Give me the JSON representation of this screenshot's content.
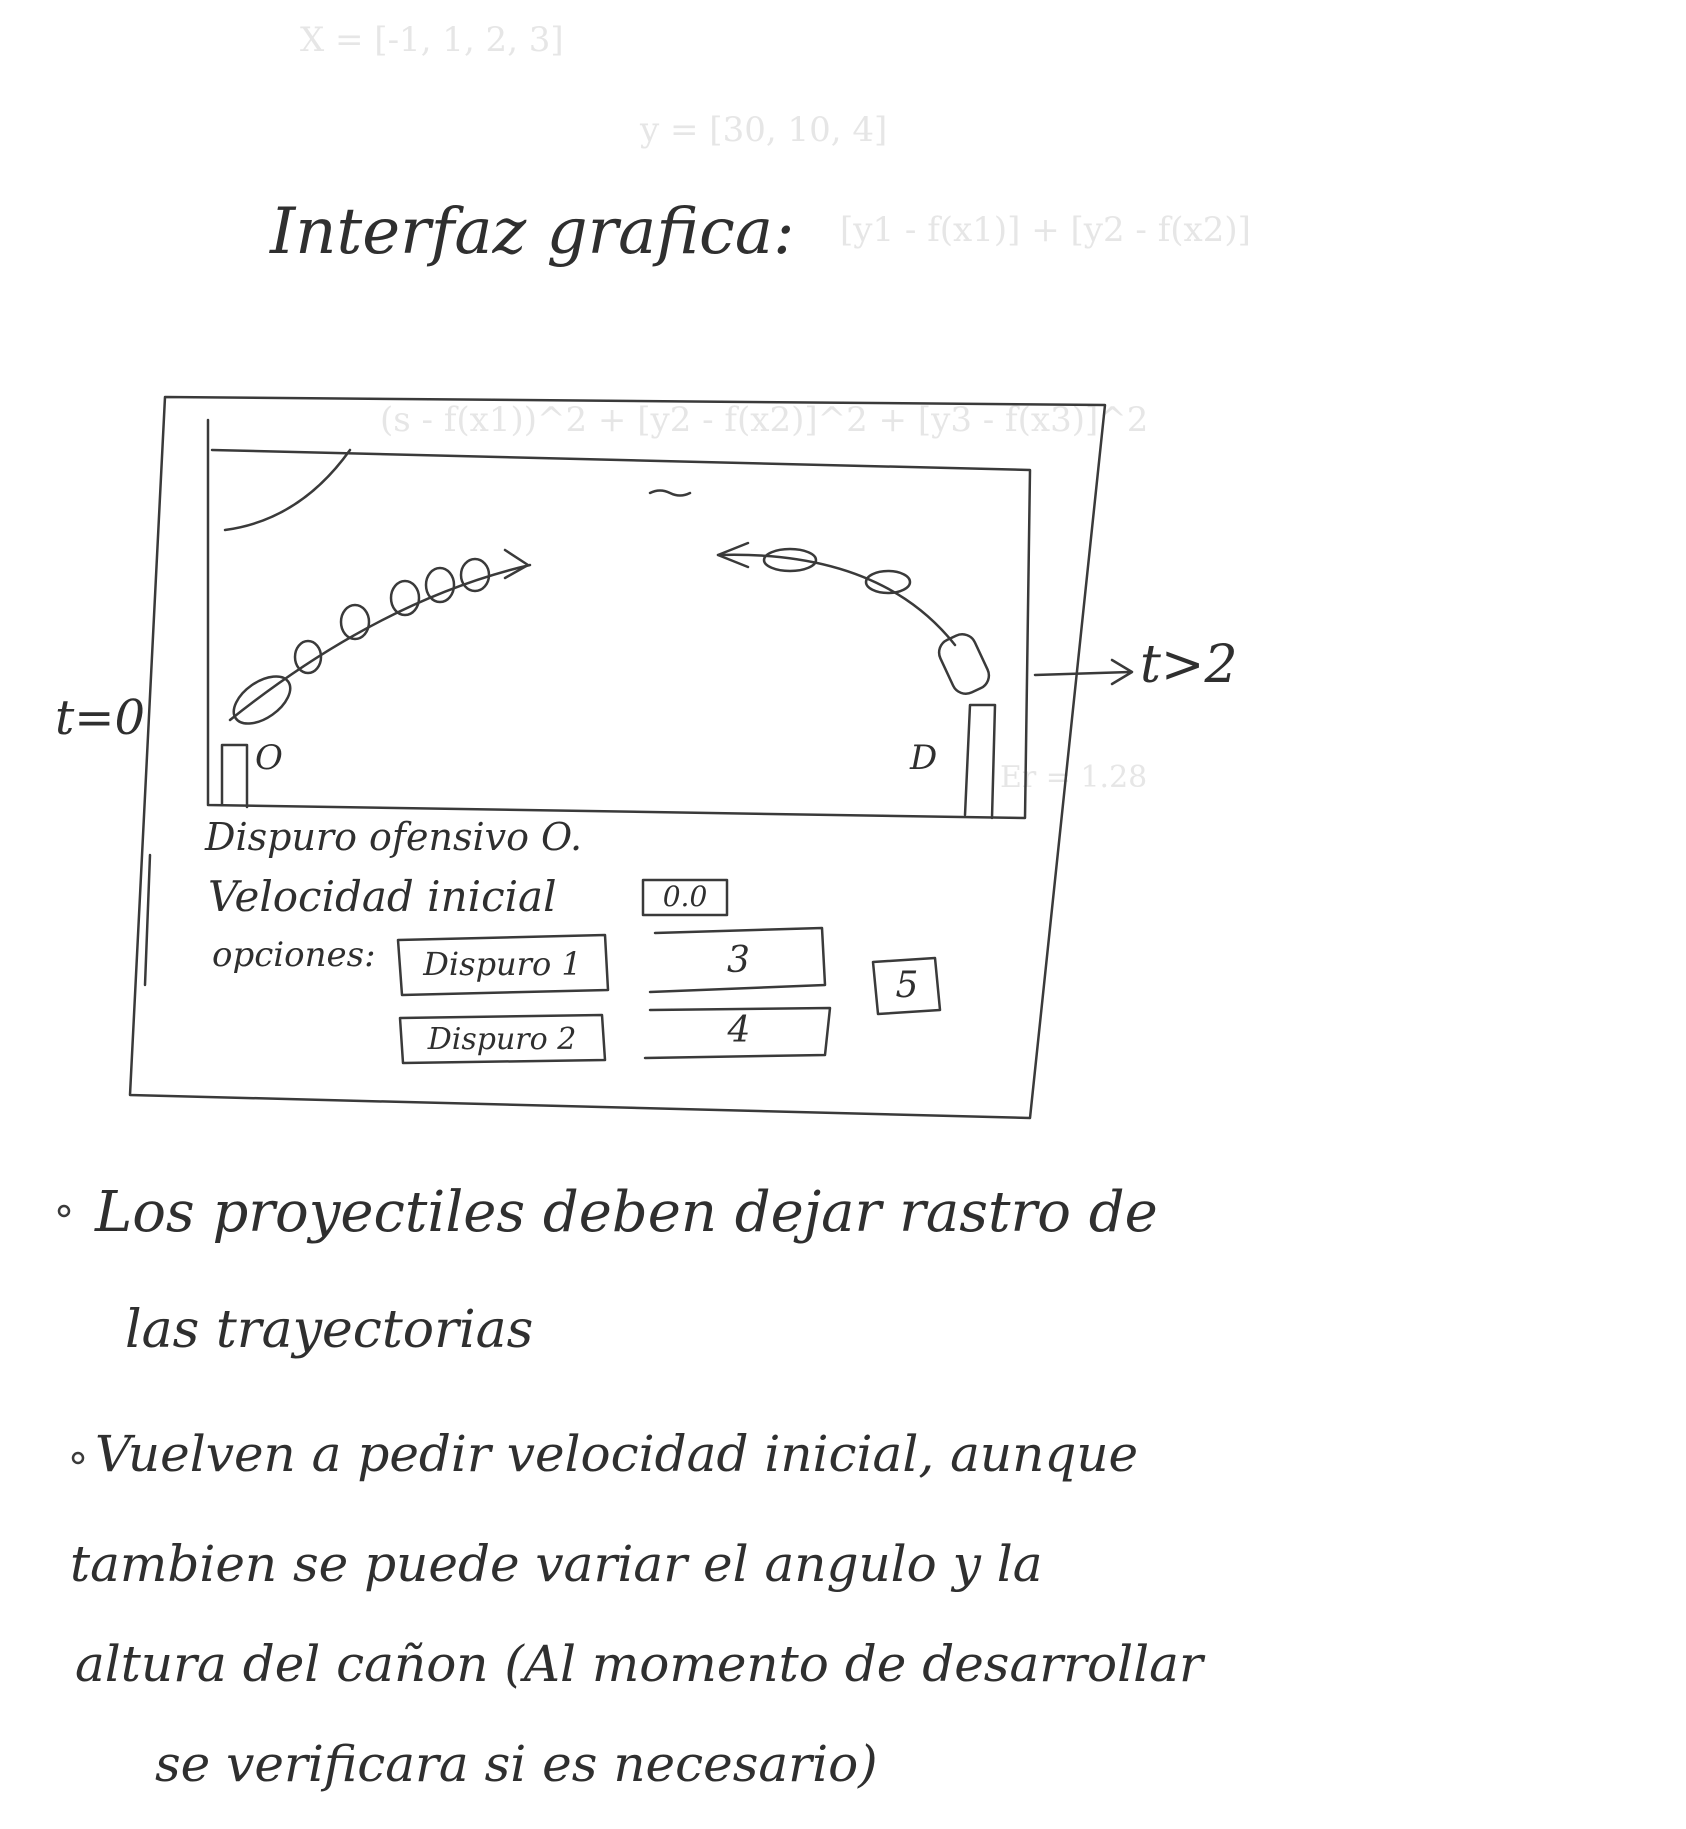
{
  "title": "Interfaz grafica:",
  "time_labels": {
    "start": "t=0",
    "end": "t>2"
  },
  "markers": {
    "origin": "O",
    "destination": "D"
  },
  "panel": {
    "heading": "Dispuro ofensivo O.",
    "velocity_label": "Velocidad inicial",
    "velocity_value": "0.0",
    "options_label": "opciones:",
    "shot1": "Dispuro 1",
    "shot2": "Dispuro 2",
    "box3": "3",
    "box4": "4",
    "box5": "5"
  },
  "notes": {
    "note1_line1": "Los proyectiles deben dejar rastro de",
    "note1_line2": "las trayectorias",
    "note2_line1": "Vuelven a pedir velocidad inicial, aunque",
    "note2_line2": "tambien se puede variar el angulo y la",
    "note2_line3": "altura del cañon (Al momento de desarrollar",
    "note2_line4": "se verificara si es necesario)"
  },
  "bleed_through": [
    "X = [-1, 1, 2, 3]",
    "y = [30, 10, 4]",
    "[y1 - f(x1)] + [y2 - f(x2)]",
    "(s - f(x1))^2 + [y2 - f(x2)]^2 + [y3 - f(x3)]^2",
    "Er = 1.28"
  ],
  "colors": {
    "ink": "#2f2f2f",
    "paper": "#ffffff",
    "ghost": "#e6e6e6"
  }
}
